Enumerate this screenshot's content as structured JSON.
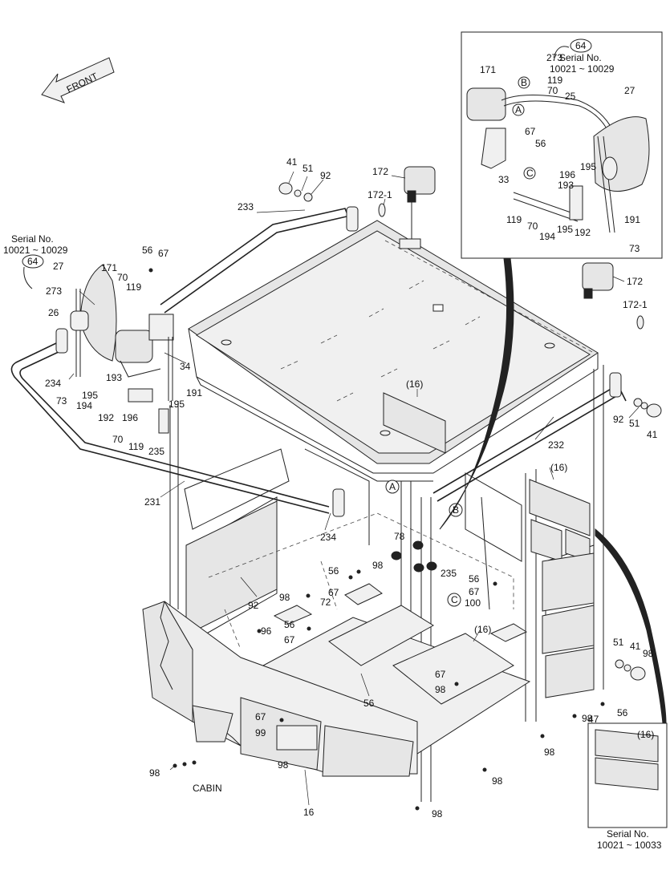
{
  "front_label": "FRONT",
  "caption": "CABIN",
  "inset_top": {
    "serial_badge": "64",
    "serial_title": "Serial No.",
    "serial_range": "10021 ~ 10029"
  },
  "inset_left_serial": {
    "badge": "64",
    "title": "Serial No.",
    "range": "10021 ~ 10029"
  },
  "inset_bottom": {
    "part": "(16)",
    "serial_title": "Serial No.",
    "serial_range": "10021 ~ 10033"
  },
  "detail_markers": [
    "A",
    "B",
    "C"
  ],
  "part_labels": [
    "273",
    "171",
    "119",
    "70",
    "25",
    "27",
    "67",
    "56",
    "33",
    "195",
    "196",
    "193",
    "119",
    "70",
    "194",
    "195",
    "192",
    "191",
    "73",
    "41",
    "51",
    "92",
    "172",
    "172-1",
    "233",
    "56",
    "67",
    "27",
    "171",
    "70",
    "119",
    "273",
    "26",
    "193",
    "34",
    "234",
    "73",
    "195",
    "194",
    "192",
    "196",
    "191",
    "195",
    "70",
    "119",
    "235",
    "(16)",
    "232",
    "92",
    "51",
    "41",
    "172",
    "172-1",
    "(16)",
    "231",
    "234",
    "78",
    "98",
    "56",
    "67",
    "72",
    "235",
    "56",
    "67",
    "100",
    "98",
    "56",
    "67",
    "96",
    "(16)",
    "92",
    "51",
    "41",
    "98",
    "47",
    "56",
    "67",
    "98",
    "56",
    "67",
    "99",
    "98",
    "98",
    "98",
    "98",
    "98",
    "16",
    "98"
  ]
}
